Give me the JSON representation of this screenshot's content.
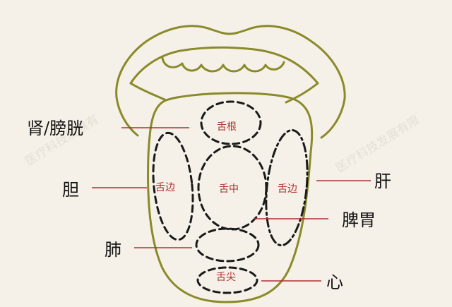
{
  "zones": {
    "root": "舌根",
    "middle": "舌中",
    "edge_left": "舌边",
    "edge_right": "舌边",
    "tip": "舌尖"
  },
  "organs": {
    "kidney_bladder": "肾/膀胱",
    "gallbladder": "胆",
    "lung": "肺",
    "liver": "肝",
    "spleen_stomach": "脾胃",
    "heart": "心"
  },
  "watermark": {
    "left": "医疗科技发展有",
    "right": "医疗科技发展有限"
  },
  "colors": {
    "background": "#f5f1e8",
    "outline": "#8a8a2a",
    "zone_border": "#1a1a1a",
    "leader": "#b03030",
    "zone_text": "#b03030",
    "organ_text": "#111111"
  }
}
